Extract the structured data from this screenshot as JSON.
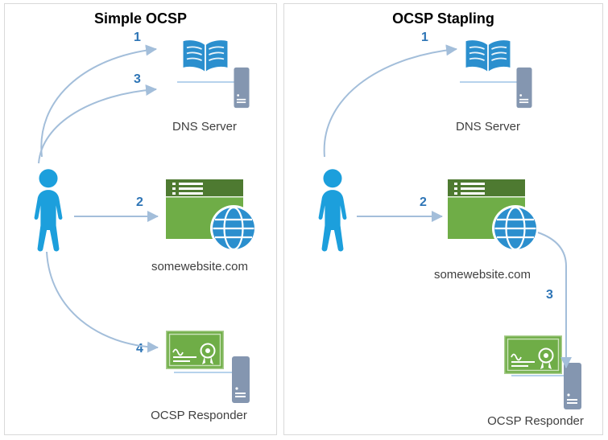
{
  "left": {
    "title": "Simple OCSP",
    "steps": {
      "s1": "1",
      "s2": "2",
      "s3": "3",
      "s4": "4"
    },
    "nodes": {
      "dns": "DNS Server",
      "website": "somewebsite.com",
      "ocsp": "OCSP Responder"
    }
  },
  "right": {
    "title": "OCSP Stapling",
    "steps": {
      "s1": "1",
      "s2": "2",
      "s3": "3"
    },
    "nodes": {
      "dns": "DNS Server",
      "website": "somewebsite.com",
      "ocsp": "OCSP Responder"
    }
  },
  "colors": {
    "person": "#1c9fdc",
    "book": "#2b8fce",
    "server": "#8496b0",
    "browser_body": "#6fad47",
    "browser_header": "#4e7a31",
    "globe": "#2b8fce",
    "certificate": "#6fad47",
    "arrow": "#a3beda",
    "step_number": "#2e75b6",
    "label_text": "#3f3f3f",
    "panel_border": "#d9d9d9"
  }
}
